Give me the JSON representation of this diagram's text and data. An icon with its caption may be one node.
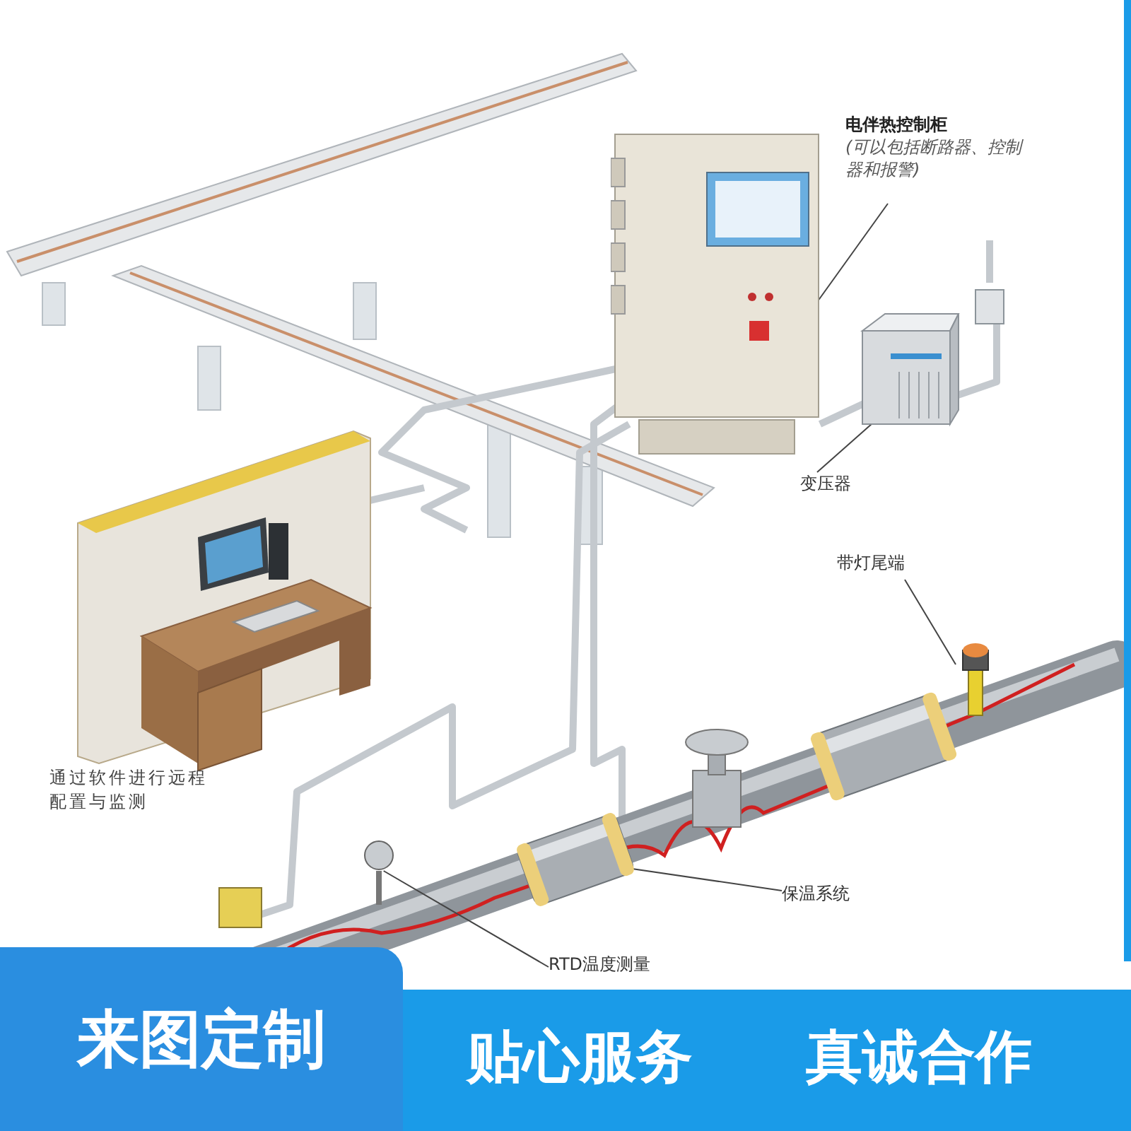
{
  "diagram": {
    "nodes": [
      {
        "text": [
          "电伴热控制柜",
          "(可以包括断路器、控制器和报警)"
        ]
      },
      {
        "text": [],
        "shape": "picture"
      },
      {
        "text": [
          "变压器"
        ]
      },
      {
        "text": [],
        "shape": "picture"
      },
      {
        "text": [
          "带灯尾端"
        ]
      },
      {
        "text": [],
        "shape": "picture"
      },
      {
        "text": [
          "保温系统"
        ]
      },
      {
        "text": [],
        "shape": "picture"
      },
      {
        "text": [
          "RTD温度测量"
        ]
      },
      {
        "text": [],
        "shape": "circle"
      }
    ],
    "edges": [
      {
        "from": 0,
        "to": 1,
        "arrow": "none"
      },
      {
        "from": 2,
        "to": 3,
        "arrow": "none"
      },
      {
        "from": 4,
        "to": 5,
        "arrow": "none"
      },
      {
        "from": 6,
        "to": 7,
        "arrow": "none"
      },
      {
        "from": 8,
        "to": 9,
        "arrow": "none"
      }
    ],
    "labels": [
      "通过软件进行远程配置与监测",
      "来图定制",
      "贴心服务",
      "真诚合作"
    ]
  }
}
